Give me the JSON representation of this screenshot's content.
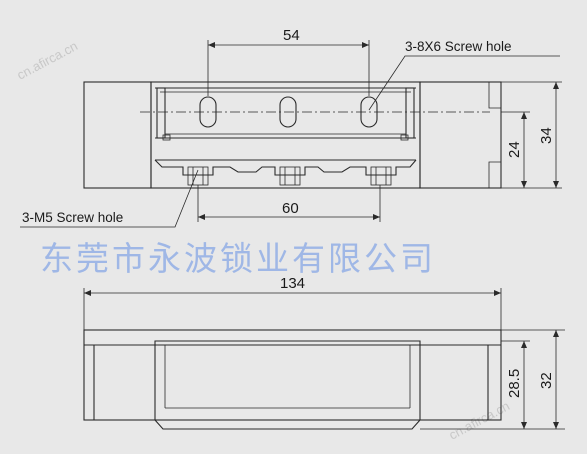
{
  "watermark_top": "cn.afirca.cn",
  "watermark_bottom": "cn.afirca.cn",
  "company_name": "东莞市永波锁业有限公司",
  "top_view": {
    "dim_hole_pitch": "54",
    "dim_height_total": "34",
    "dim_height_body": "24",
    "dim_screw_pitch": "60",
    "note_slot_holes": "3-8X6 Screw hole",
    "note_screw_holes": "3-M5 Screw hole"
  },
  "front_view": {
    "dim_length": "134",
    "dim_height_body": "28.5",
    "dim_height_total": "32"
  },
  "colors": {
    "background": "#e8e8e8",
    "line": "#2a2a2a",
    "company_text": "#9fb7e6"
  }
}
